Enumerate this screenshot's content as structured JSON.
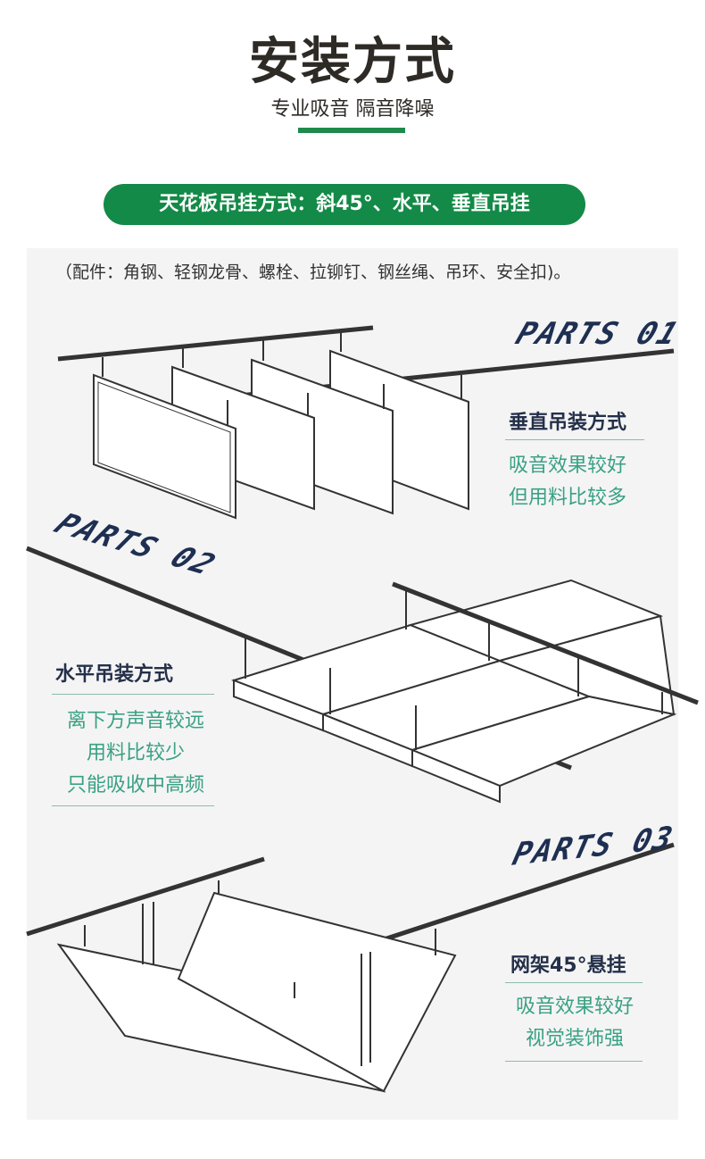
{
  "header": {
    "title": "安装方式",
    "subtitle": "专业吸音 隔音降噪"
  },
  "banner": {
    "text": "天花板吊挂方式：斜45°、水平、垂直吊挂"
  },
  "accessories": "（配件：角钢、轻钢龙骨、螺栓、拉铆钉、钢丝绳、吊环、安全扣)。",
  "sections": [
    {
      "part": "PARTS 01",
      "title": "垂直吊装方式",
      "desc": [
        "吸音效果较好",
        "但用料比较多"
      ]
    },
    {
      "part": "PARTS 02",
      "title": "水平吊装方式",
      "desc": [
        "离下方声音较远",
        "用料比较少",
        "只能吸收中高频"
      ]
    },
    {
      "part": "PARTS 03",
      "title": "网架45°悬挂",
      "desc": [
        "吸音效果较好",
        "视觉装饰强"
      ]
    }
  ],
  "colors": {
    "brand_green": "#138a47",
    "accent_green": "#3aa183",
    "navy": "#1e2f52"
  }
}
